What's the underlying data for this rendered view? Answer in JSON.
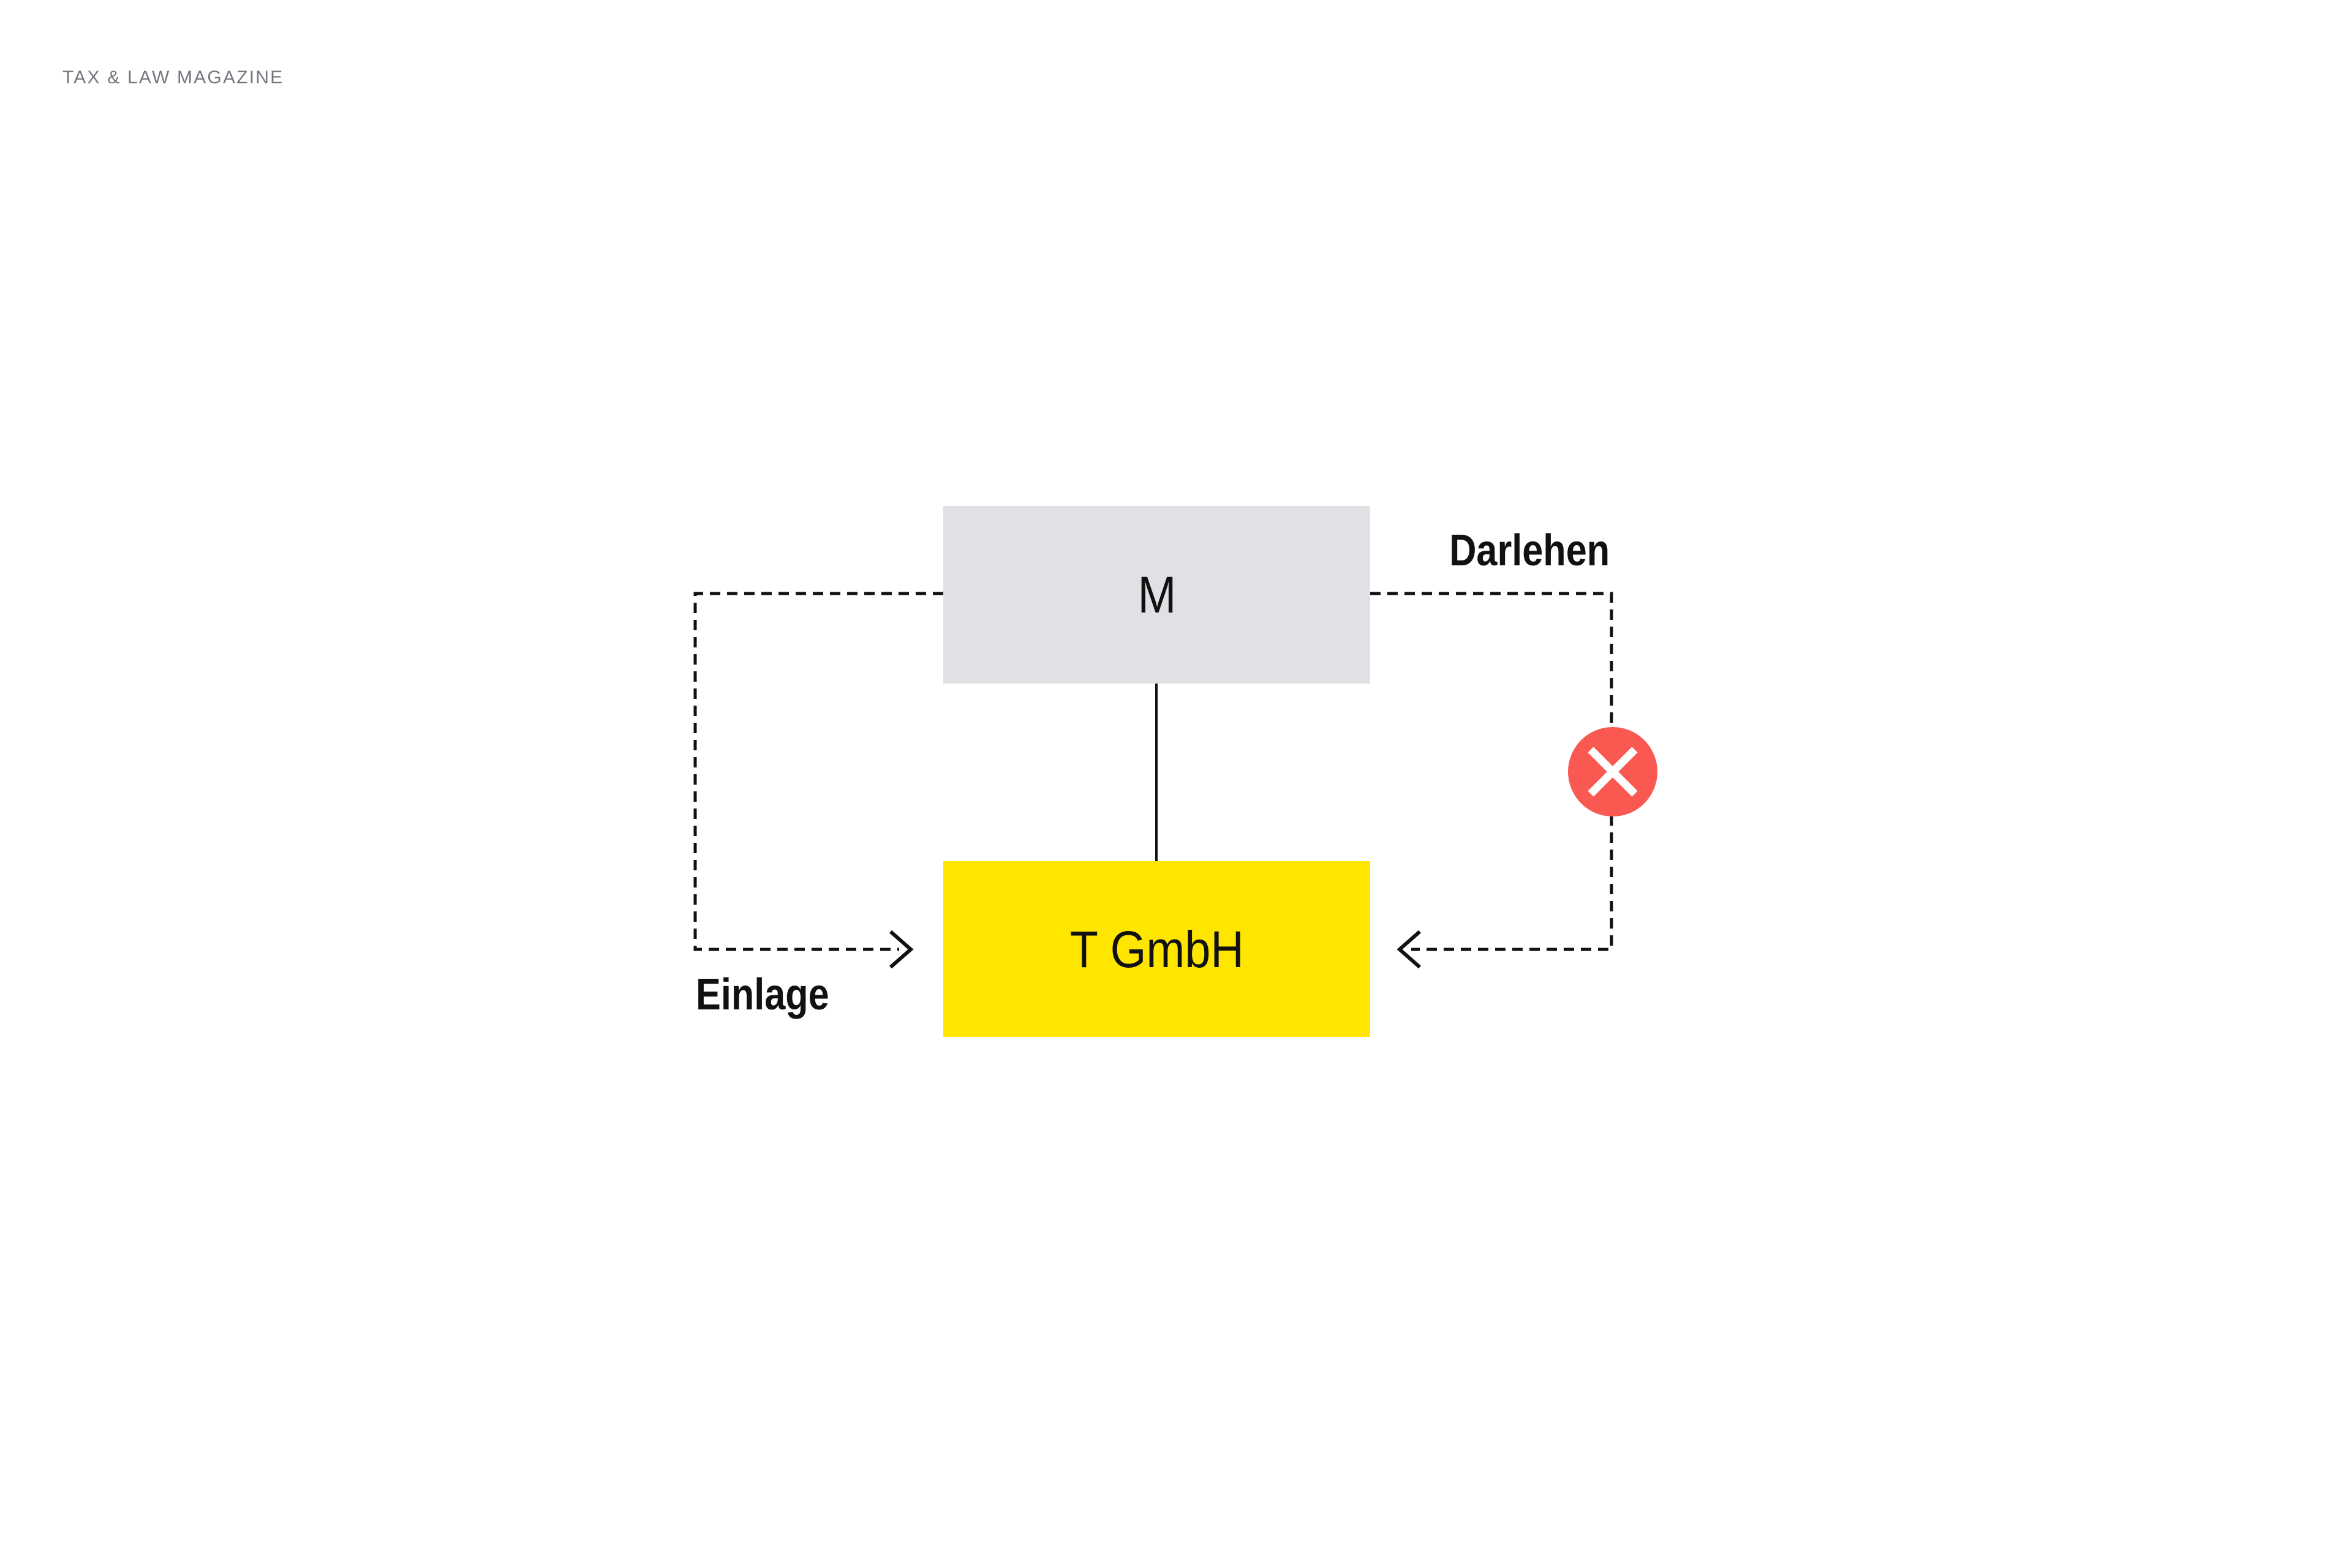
{
  "header": {
    "title": "TAX & LAW MAGAZINE"
  },
  "diagram": {
    "parent": {
      "label": "M"
    },
    "subsidiary": {
      "label": "T GmbH"
    },
    "flows": {
      "einlage": {
        "label": "Einlage",
        "style": "dashed",
        "arrow_direction": "into-subsidiary"
      },
      "darlehen": {
        "label": "Darlehen",
        "style": "dashed",
        "arrow_direction": "into-subsidiary",
        "blocked": true,
        "blocked_icon": "x-circle-icon"
      }
    },
    "ownership_link": {
      "style": "solid"
    },
    "colors": {
      "parent_fill": "#E1E0E4",
      "subsidiary_fill": "#FFE600",
      "blocked_red": "#F95951",
      "line": "#111111",
      "header_gray": "#75757E"
    }
  }
}
